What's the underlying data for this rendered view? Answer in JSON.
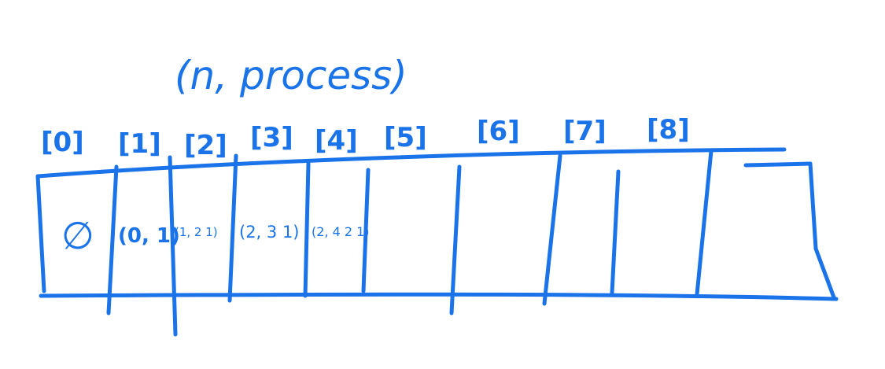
{
  "title": "(n, process)",
  "index_labels": [
    "[0]",
    "[1]",
    "[2]",
    "[3]",
    "[4]",
    "[5]",
    "[6]",
    "[7]",
    "[8]"
  ],
  "cells": [
    "∅",
    "(0, 1)",
    "(1, 2 1)",
    "(2, 3 1)",
    "(2, 4 2 1)"
  ],
  "colors": {
    "ink": "#1a73e8",
    "background": "#ffffff"
  }
}
